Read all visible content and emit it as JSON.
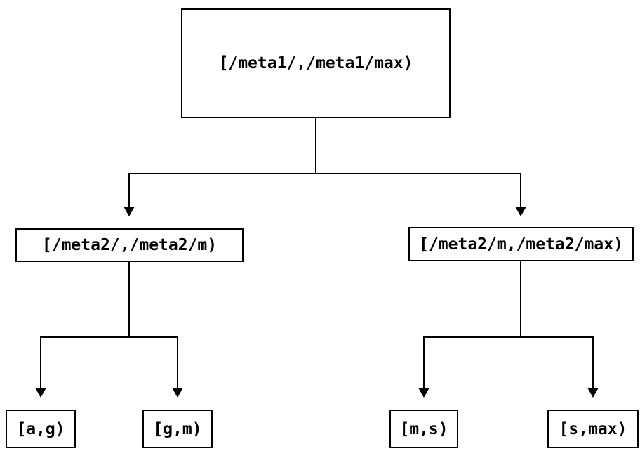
{
  "diagram": {
    "type": "tree",
    "colors": {
      "line": "#000000",
      "text": "#000000",
      "node_fill": "#ffffff",
      "background": "#ffffff"
    },
    "tree": {
      "label": "[/meta1/,/meta1/max)",
      "children": [
        {
          "label": "[/meta2/,/meta2/m)",
          "children": [
            {
              "label": "[a,g)"
            },
            {
              "label": "[g,m)"
            }
          ]
        },
        {
          "label": "[/meta2/m,/meta2/max)",
          "children": [
            {
              "label": "[m,s)"
            },
            {
              "label": "[s,max)"
            }
          ]
        }
      ]
    }
  }
}
